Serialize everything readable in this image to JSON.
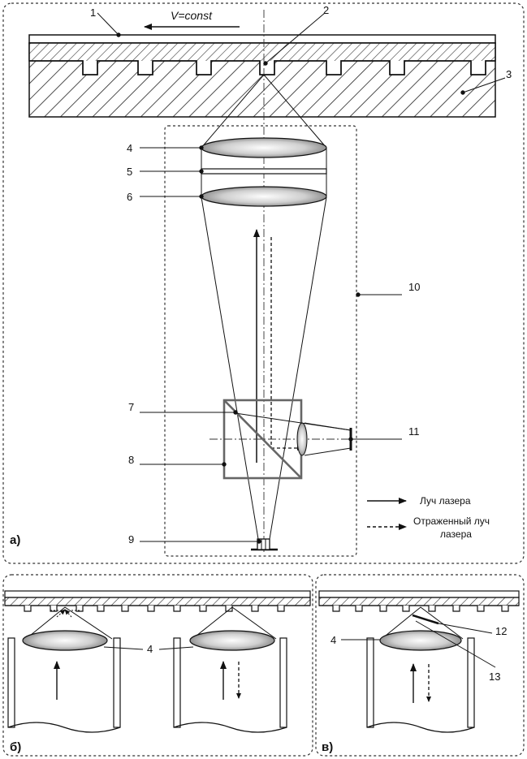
{
  "labels": {
    "n1": "1",
    "n2": "2",
    "n3": "3",
    "n4": "4",
    "n5": "5",
    "n6": "6",
    "n7": "7",
    "n8": "8",
    "n9": "9",
    "n10": "10",
    "n11": "11",
    "n12": "12",
    "n13": "13",
    "n4b": "4",
    "n4c": "4"
  },
  "velocity": "V=const",
  "panels": {
    "a": "а)",
    "b": "б)",
    "v": "в)"
  },
  "legend": {
    "laser": "Луч лазера",
    "reflected_line1": "Отраженный луч",
    "reflected_line2": "лазера"
  }
}
